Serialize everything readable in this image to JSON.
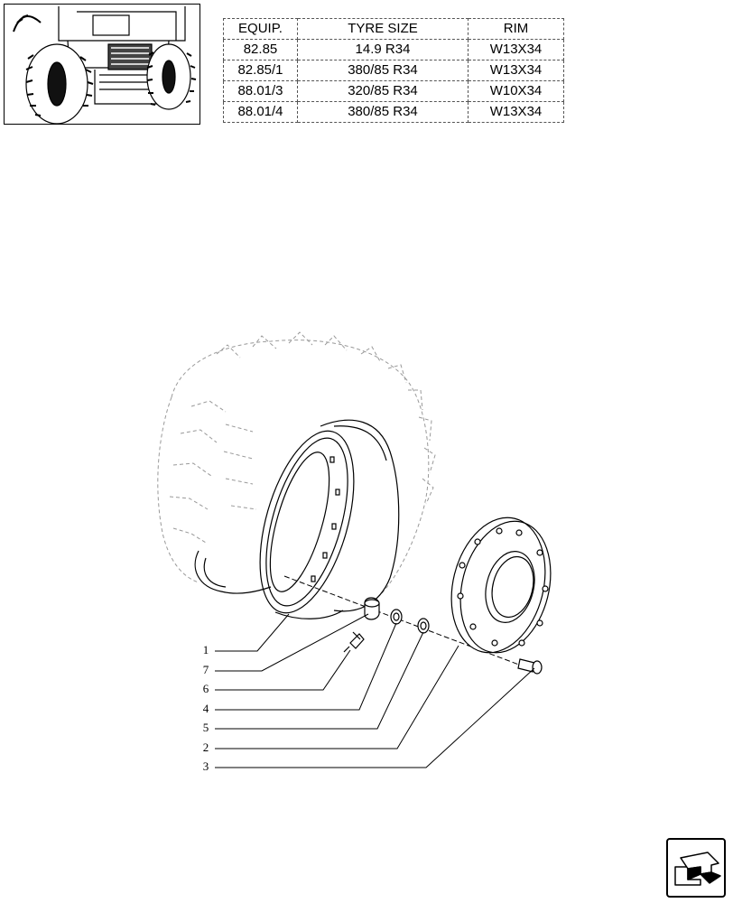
{
  "tyre_table": {
    "headers": [
      "EQUIP.",
      "TYRE SIZE",
      "RIM"
    ],
    "rows": [
      [
        "82.85",
        "14.9 R34",
        "W13X34"
      ],
      [
        "82.85/1",
        "380/85 R34",
        "W13X34"
      ],
      [
        "88.01/3",
        "320/85 R34",
        "W10X34"
      ],
      [
        "88.01/4",
        "380/85 R34",
        "W13X34"
      ]
    ]
  },
  "callouts": [
    "1",
    "7",
    "6",
    "4",
    "5",
    "2",
    "3"
  ],
  "icons": {
    "thumbnail": "tractor-front-view-icon",
    "nav": "arrow-next-page-icon"
  }
}
